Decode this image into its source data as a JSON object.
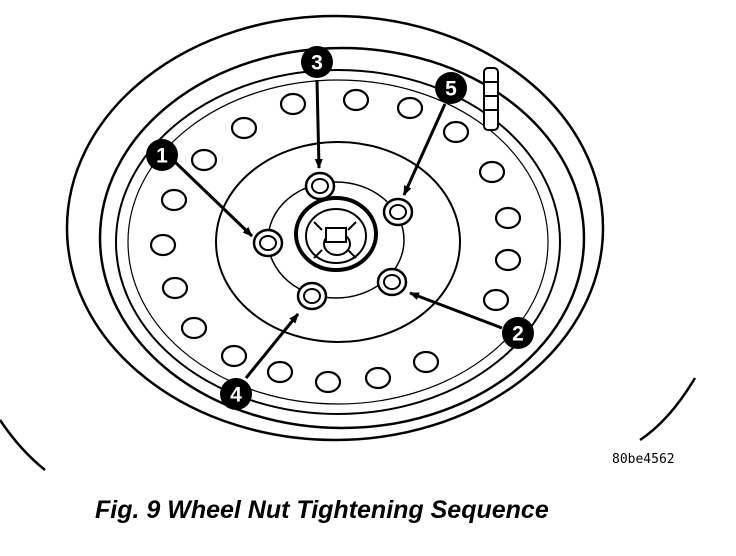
{
  "figure": {
    "caption": "Fig. 9 Wheel Nut Tightening Sequence",
    "code": "80be4562"
  },
  "callouts": [
    {
      "label": "1"
    },
    {
      "label": "2"
    },
    {
      "label": "3"
    },
    {
      "label": "4"
    },
    {
      "label": "5"
    }
  ]
}
